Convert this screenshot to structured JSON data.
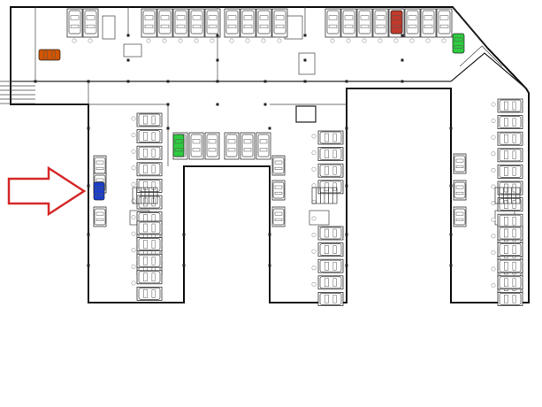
{
  "diagram": {
    "type": "parking-floor-plan",
    "highlight_car_color": "#1a3fcf",
    "colored_cars": [
      {
        "name": "blue-car",
        "color": "#1a3fcf"
      },
      {
        "name": "red-car",
        "color": "#c0392b"
      },
      {
        "name": "orange-car",
        "color": "#d35400"
      },
      {
        "name": "green-car",
        "color": "#2ecc40"
      }
    ],
    "arrow_color": "#d62828",
    "pointer_icon": "right-arrow-icon"
  }
}
